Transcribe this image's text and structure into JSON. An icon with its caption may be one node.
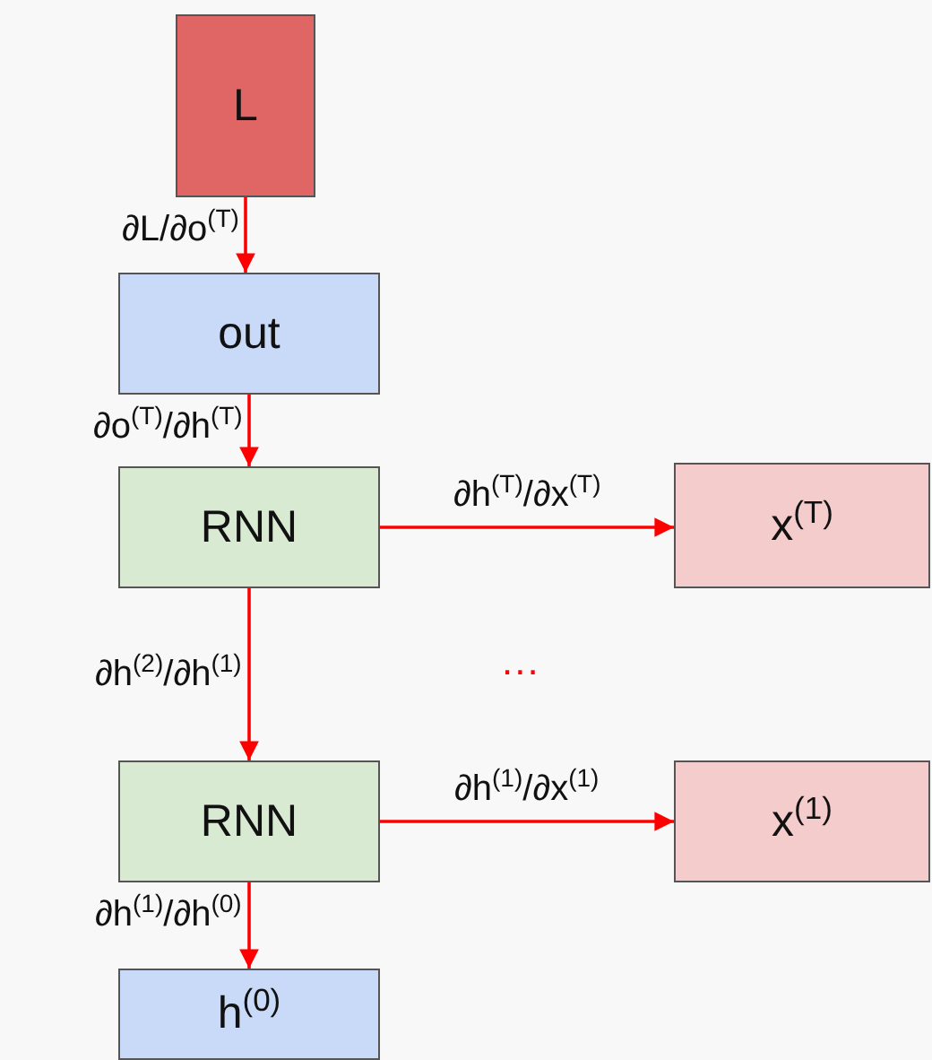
{
  "diagram": {
    "nodes": [
      {
        "text": [
          "L"
        ]
      },
      {
        "text": [
          "out"
        ]
      },
      {
        "text": [
          "RNN"
        ]
      },
      {
        "text": [
          "x$^{(T)}$"
        ]
      },
      {
        "text": [
          "RNN"
        ]
      },
      {
        "text": [
          "x$^{(1)}$"
        ]
      },
      {
        "text": [
          "h$^{(0)}$"
        ]
      }
    ],
    "edges": [
      {
        "from": 0,
        "to": 1,
        "arrow": "to",
        "label": "∂L/∂o$^{(T)}$"
      },
      {
        "from": 1,
        "to": 2,
        "arrow": "to",
        "label": "∂o$^{(T)}$/∂h$^{(T)}$"
      },
      {
        "from": 2,
        "to": 3,
        "arrow": "to",
        "label": "∂h$^{(T)}$/∂x$^{(T)}$"
      },
      {
        "from": 2,
        "to": 4,
        "arrow": "to",
        "label": "∂h$^{(2)}$/∂h$^{(1)}$"
      },
      {
        "from": 4,
        "to": 5,
        "arrow": "to",
        "label": "∂h$^{(1)}$/∂x$^{(1)}$"
      },
      {
        "from": 4,
        "to": 6,
        "arrow": "to",
        "label": "∂h$^{(1)}$/∂h$^{(0)}$"
      }
    ],
    "labels": [
      "..."
    ]
  }
}
